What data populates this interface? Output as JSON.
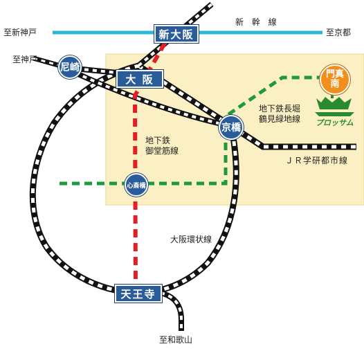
{
  "labels": {
    "to_shinkobe": "至新神戸",
    "to_kyoto": "至京都",
    "to_kobe": "至神戸",
    "shinkansen": "新 幹 線",
    "midosuji": "地下鉄\n御堂筋線",
    "nagahori": "地下鉄長堀\n鶴見緑地線",
    "gakkentoshi": "ＪＲ学研都市線",
    "loop_line": "大阪環状線",
    "to_wakayama": "至和歌山"
  },
  "stations": {
    "shin_osaka": "新大阪",
    "osaka": "大 阪",
    "amagasaki": "尼崎",
    "kyobashi": "京橋",
    "shinsaibashi": "心斎橋",
    "tennoji": "天王寺",
    "kadomaminami": "門真\n南"
  },
  "logo": {
    "text": "プロッサム"
  },
  "colors": {
    "shinkansen": "#2bb5d6",
    "midosuji": "#e21f26",
    "nagahori": "#1f9a3a",
    "station": "#2a5c9a",
    "highlight_area": "#fbf0c4",
    "kadomaminami": "#f28f1c"
  }
}
